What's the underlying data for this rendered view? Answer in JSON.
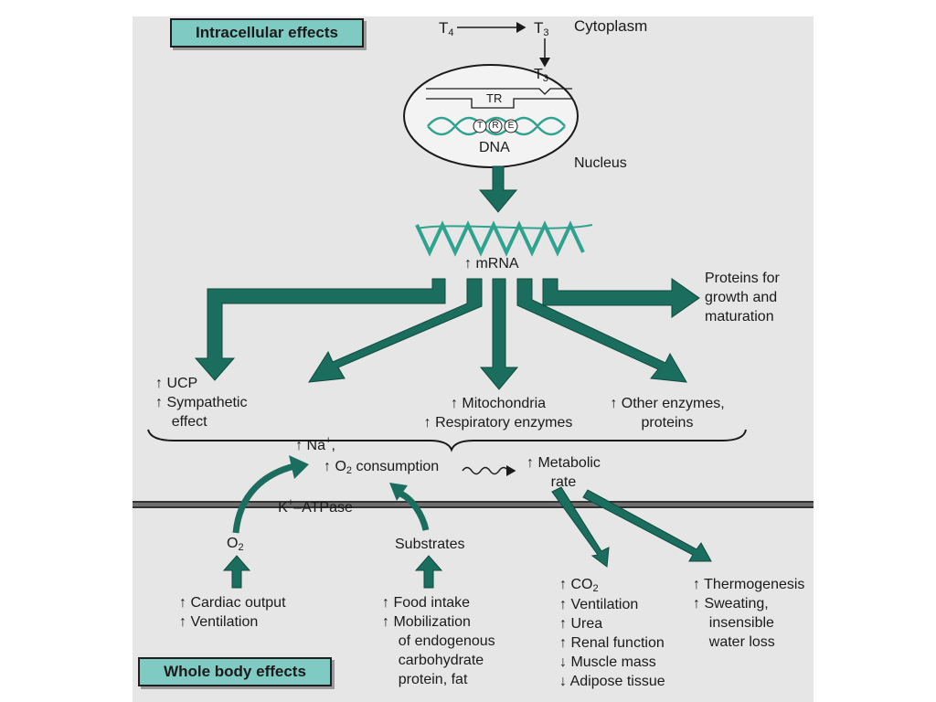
{
  "colors": {
    "arrow": "#1b6e5e",
    "arrow_stroke": "#0f4a3e",
    "helix": "#2fa38f",
    "box": "#7fcbc4",
    "panel": "#e6e6e6"
  },
  "boxes": {
    "intracellular": "Intracellular effects",
    "whole_body": "Whole body effects"
  },
  "top": {
    "t4": "T",
    "t4_sub": "4",
    "t3": "T",
    "t3_sub": "3",
    "cytoplasm": "Cytoplasm",
    "t3_nuc": "T",
    "t3_nuc_sub": "3",
    "tr": "TR",
    "tre": [
      "T",
      "R",
      "E"
    ],
    "dna": "DNA",
    "nucleus": "Nucleus"
  },
  "mrna": "↑ mRNA",
  "outputs": {
    "proteins": "Proteins for\ngrowth and\nmaturation",
    "ucp": "↑ UCP\n↑ Sympathetic\n    effect",
    "na_pre": "↑ Na",
    "na_sup": "+",
    "na_post": ",",
    "k_pre": "K",
    "k_sup": "+",
    "k_post": "–ATPase",
    "mito": "↑ Mitochondria\n↑ Respiratory enzymes",
    "other": "↑ Other enzymes,\nproteins"
  },
  "o2c": {
    "pre": "↑ O",
    "sub": "2",
    "post": " consumption"
  },
  "metabolic": "↑ Metabolic\n      rate",
  "bottom": {
    "o2": "O",
    "o2_sub": "2",
    "cardiac": "↑ Cardiac output\n↑ Ventilation",
    "substrates": "Substrates",
    "food": "↑ Food intake\n↑ Mobilization\n    of endogenous\n    carbohydrate\n    protein, fat",
    "co2_pre": "↑ CO",
    "co2_sub": "2",
    "resp": "↑ Ventilation\n↑ Urea\n↑ Renal function\n↓ Muscle mass\n↓ Adipose tissue",
    "thermo": "↑ Thermogenesis\n↑ Sweating,\n    insensible\n    water loss"
  }
}
